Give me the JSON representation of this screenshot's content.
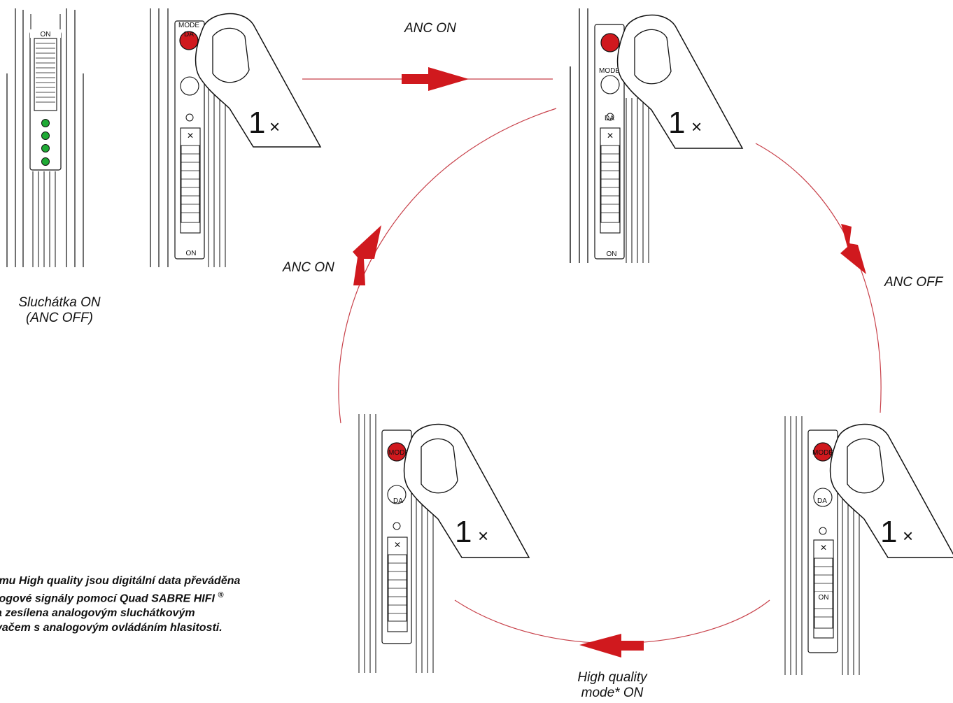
{
  "captions": {
    "anc_on_top": "ANC ON",
    "anc_on_left": "ANC ON",
    "anc_off_right": "ANC OFF",
    "hq_line1": "High quality",
    "hq_line2": "mode* ON",
    "headphones_line1": "Sluchátka ON",
    "headphones_line2": "(ANC OFF)"
  },
  "footnote": {
    "line1": "imu High quality jsou digitální data převáděna",
    "line2": "logové signály pomocí Quad SABRE HIFI",
    "line2_sup": "®",
    "line3": "a zesílena analogovým sluchátkovým",
    "line4": "vačem s analogovým ovládáním hlasitosti."
  },
  "device_labels": {
    "on": "ON",
    "mode": "MODE",
    "da": "DA",
    "press_count": "1",
    "press_times": "×"
  },
  "colors": {
    "accent_red": "#d0191e",
    "arc_line": "#c8414a",
    "led_green": "#1faa35",
    "stroke": "#111111"
  }
}
